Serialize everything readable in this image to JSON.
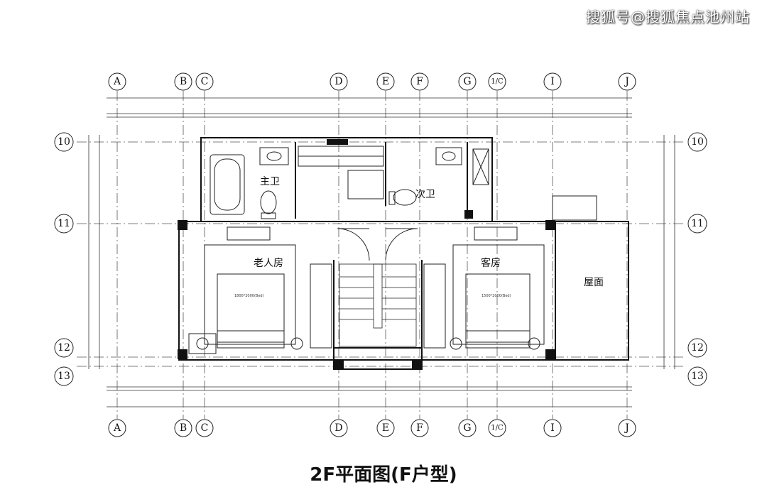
{
  "watermark": "搜狐号@搜狐焦点池州站",
  "title": "2F平面图(F户型)",
  "axes": {
    "columns": [
      "A",
      "B",
      "C",
      "D",
      "E",
      "F",
      "G",
      "1/C",
      "I",
      "J"
    ],
    "rows": [
      "10",
      "11",
      "12",
      "13"
    ]
  },
  "rooms": {
    "master_bath": "主卫",
    "second_bath": "次卫",
    "elder_room": "老人房",
    "guest_room": "客房",
    "roof": "屋面"
  },
  "beds": {
    "left": "1800*2000(Bed)",
    "right": "1500*2000(Bed)"
  }
}
